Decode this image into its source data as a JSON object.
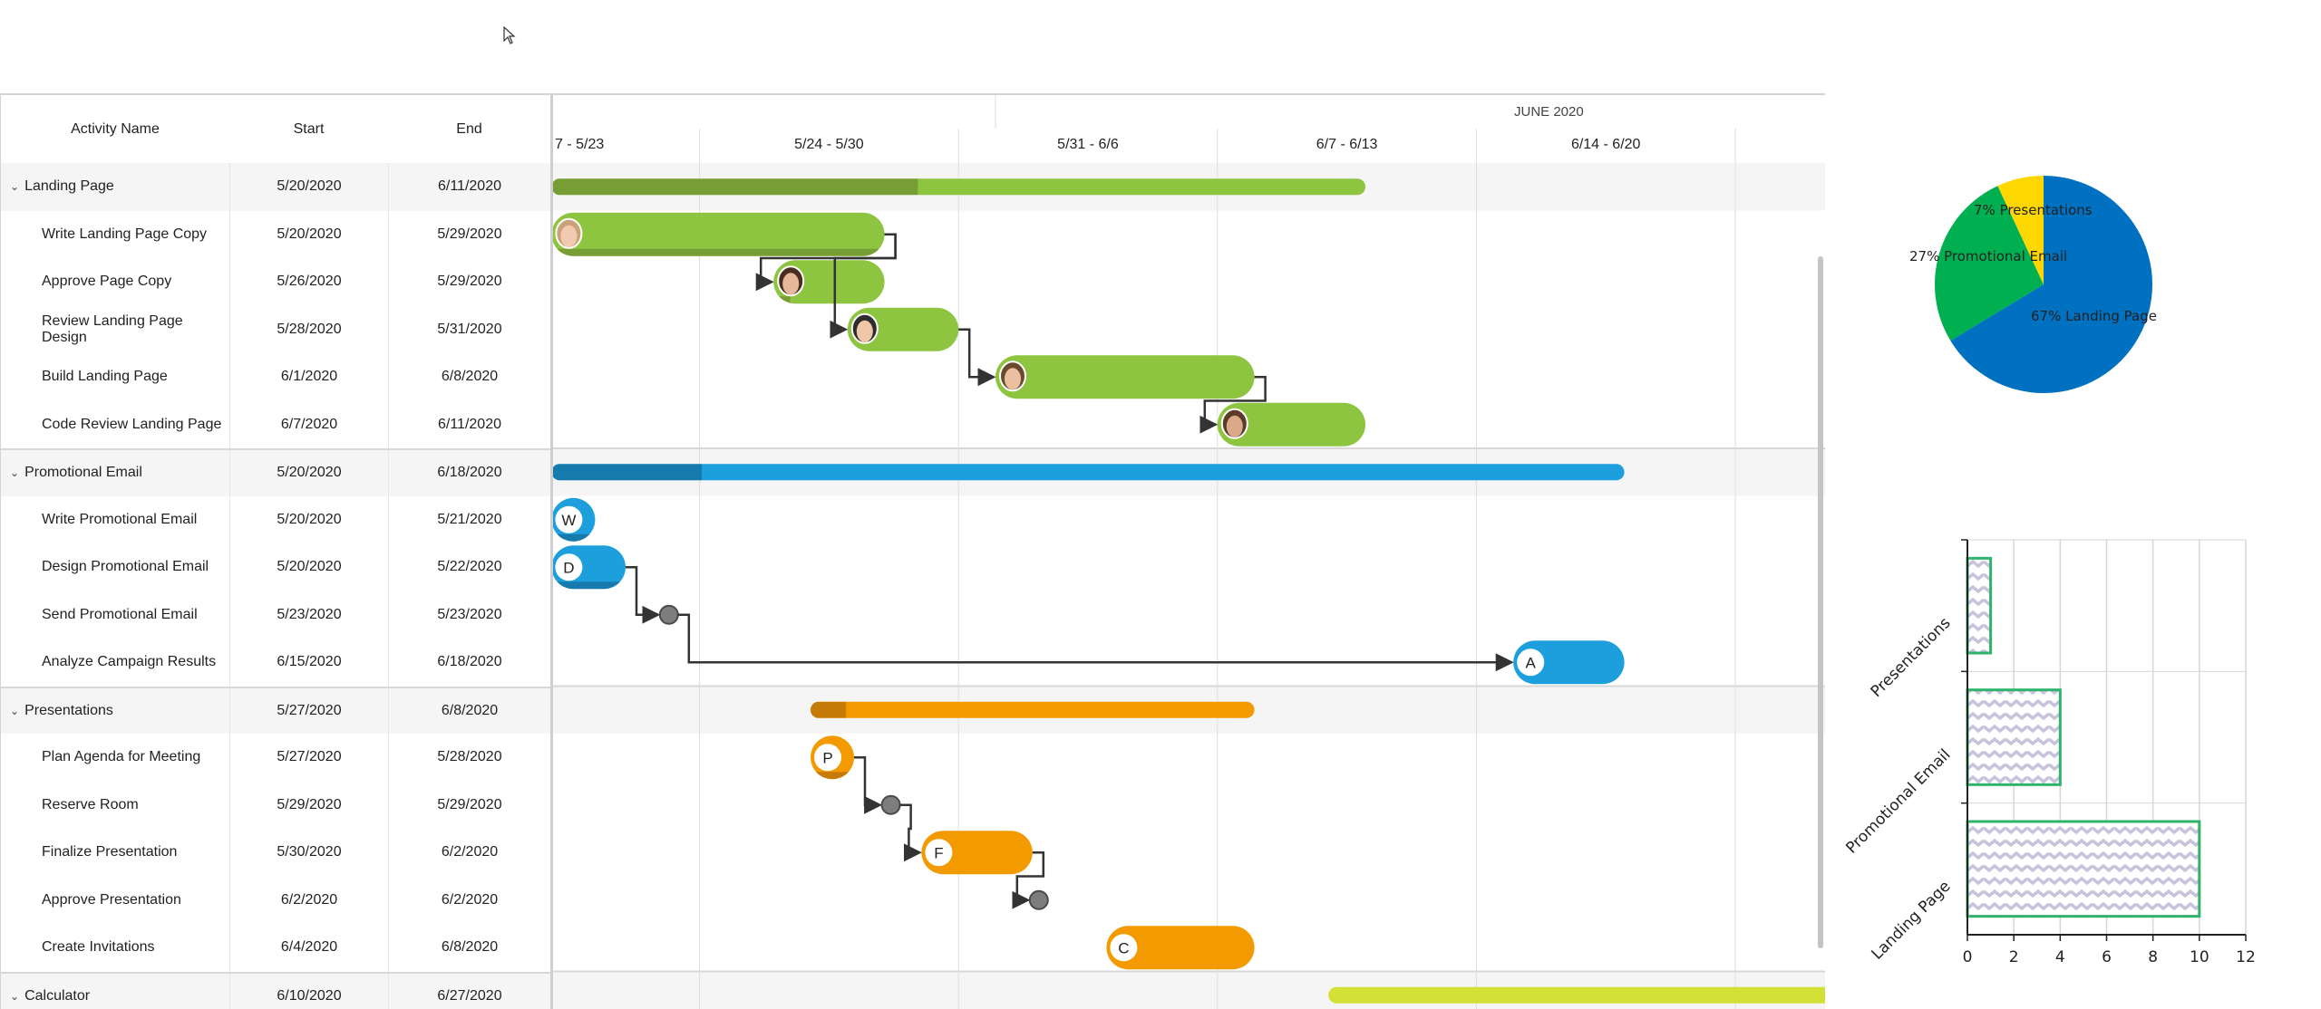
{
  "grid": {
    "headers": {
      "name": "Activity Name",
      "start": "Start",
      "end": "End"
    },
    "rows": [
      {
        "name": "Landing Page",
        "start": "5/20/2020",
        "end": "6/11/2020",
        "type": "group",
        "color": "green",
        "progress": 0.45
      },
      {
        "name": "Write Landing Page Copy",
        "start": "5/20/2020",
        "end": "5/29/2020",
        "type": "task",
        "color": "green",
        "progress": 1.0,
        "avatar": "woman-blonde"
      },
      {
        "name": "Approve Page Copy",
        "start": "5/26/2020",
        "end": "5/29/2020",
        "type": "task",
        "color": "green",
        "progress": 0.15,
        "avatar": "woman-brunette"
      },
      {
        "name": "Review Landing Page Design",
        "start": "5/28/2020",
        "end": "5/31/2020",
        "type": "task",
        "color": "green",
        "progress": 0,
        "avatar": "woman-dark-hair"
      },
      {
        "name": "Build Landing Page",
        "start": "6/1/2020",
        "end": "6/8/2020",
        "type": "task",
        "color": "green",
        "progress": 0,
        "avatar": "man-brown-hair"
      },
      {
        "name": "Code Review Landing Page",
        "start": "6/7/2020",
        "end": "6/11/2020",
        "type": "task",
        "color": "green",
        "progress": 0,
        "avatar": "man-beard"
      },
      {
        "name": "Promotional Email",
        "start": "5/20/2020",
        "end": "6/18/2020",
        "type": "group",
        "color": "blue",
        "progress": 0.14
      },
      {
        "name": "Write Promotional Email",
        "start": "5/20/2020",
        "end": "5/21/2020",
        "type": "task",
        "color": "blue",
        "progress": 1.0,
        "letter": "W"
      },
      {
        "name": "Design Promotional Email",
        "start": "5/20/2020",
        "end": "5/22/2020",
        "type": "task",
        "color": "blue",
        "progress": 1.0,
        "letter": "D"
      },
      {
        "name": "Send Promotional Email",
        "start": "5/23/2020",
        "end": "5/23/2020",
        "type": "milestone"
      },
      {
        "name": "Analyze Campaign Results",
        "start": "6/15/2020",
        "end": "6/18/2020",
        "type": "task",
        "color": "blue",
        "progress": 0,
        "letter": "A"
      },
      {
        "name": "Presentations",
        "start": "5/27/2020",
        "end": "6/8/2020",
        "type": "group",
        "color": "orange",
        "progress": 0.08
      },
      {
        "name": "Plan Agenda for Meeting",
        "start": "5/27/2020",
        "end": "5/28/2020",
        "type": "task",
        "color": "orange",
        "progress": 1.0,
        "letter": "P"
      },
      {
        "name": "Reserve Room",
        "start": "5/29/2020",
        "end": "5/29/2020",
        "type": "milestone"
      },
      {
        "name": "Finalize Presentation",
        "start": "5/30/2020",
        "end": "6/2/2020",
        "type": "task",
        "color": "orange",
        "progress": 0,
        "letter": "F"
      },
      {
        "name": "Approve Presentation",
        "start": "6/2/2020",
        "end": "6/2/2020",
        "type": "milestone"
      },
      {
        "name": "Create Invitations",
        "start": "6/4/2020",
        "end": "6/8/2020",
        "type": "task",
        "color": "orange",
        "progress": 0,
        "letter": "C"
      },
      {
        "name": "Calculator",
        "start": "6/10/2020",
        "end": "6/27/2020",
        "type": "group",
        "color": "lime",
        "progress": 0
      }
    ],
    "dependencies": [
      [
        1,
        2
      ],
      [
        1,
        3
      ],
      [
        3,
        4
      ],
      [
        4,
        5
      ],
      [
        8,
        9
      ],
      [
        9,
        10
      ],
      [
        12,
        13
      ],
      [
        13,
        14
      ],
      [
        14,
        15
      ]
    ]
  },
  "timeline": {
    "month": "JUNE 2020",
    "weeks": [
      "7 - 5/23",
      "5/24 - 5/30",
      "5/31 - 6/6",
      "6/7 - 6/13",
      "6/14 - 6/20",
      ""
    ]
  },
  "colors": {
    "green": {
      "main": "#8dc540",
      "dark": "#769e34"
    },
    "blue": {
      "main": "#1c9fdc",
      "dark": "#177aad"
    },
    "orange": {
      "main": "#f39a00",
      "dark": "#c67b08"
    },
    "lime": {
      "main": "#d3e036",
      "dark": "#aab52a"
    },
    "milestone": "#7d7d7d",
    "connector": "#333333"
  },
  "chart_data": [
    {
      "type": "pie",
      "slices": [
        {
          "label": "Landing Page",
          "value": 67,
          "text": "67% Landing Page",
          "color": "#0070c0"
        },
        {
          "label": "Promotional Email",
          "value": 27,
          "text": "27% Promotional Email",
          "color": "#00b050"
        },
        {
          "label": "Presentations",
          "value": 7,
          "text": "7% Presentations",
          "color": "#ffd700"
        }
      ]
    },
    {
      "type": "bar",
      "orientation": "horizontal",
      "categories": [
        "Presentations",
        "Promotional Email",
        "Landing Page"
      ],
      "values": [
        1,
        4,
        10
      ],
      "xlim": [
        0,
        12
      ],
      "xticks": [
        "0",
        "2",
        "4",
        "6",
        "8",
        "10",
        "12"
      ],
      "grid": true,
      "fill_color": "#c8c2dc",
      "stroke_color": "#2fb36b"
    }
  ]
}
